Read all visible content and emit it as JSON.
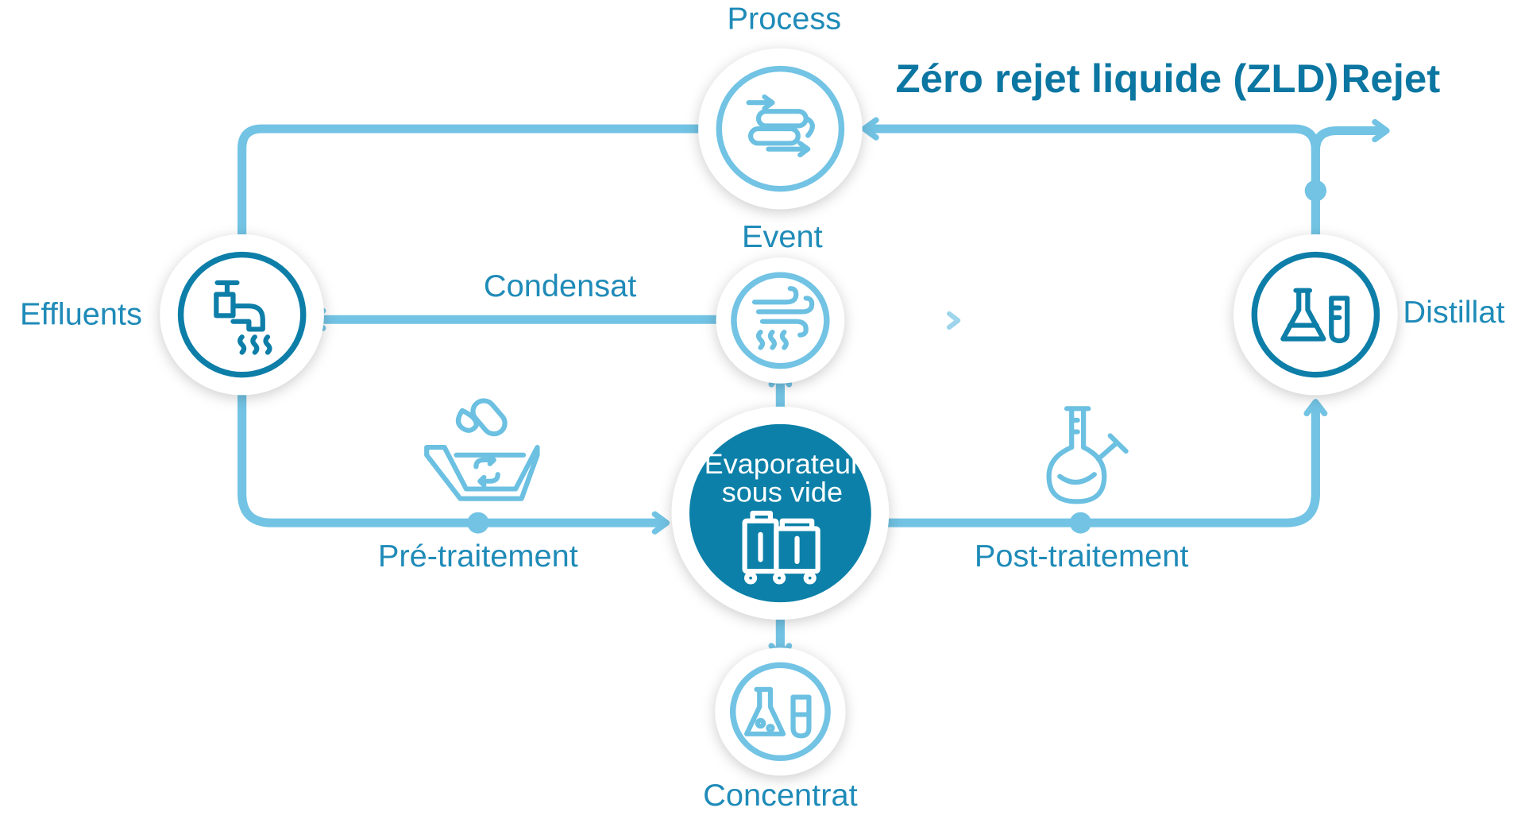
{
  "title": "Zéro rejet liquide (ZLD)",
  "reject_label": "Rejet",
  "nodes": {
    "process": "Process",
    "event": "Event",
    "effluents": "Effluents",
    "distillat": "Distillat",
    "concentrat": "Concentrat",
    "evaporator_line1": "Evaporateur",
    "evaporator_line2": "sous vide"
  },
  "flows": {
    "condensat": "Condensat",
    "pretreatment": "Pré-traitement",
    "posttreatment": "Post-traitement"
  },
  "icons": {
    "process": "process-coil-icon",
    "effluents": "faucet-icon",
    "event": "wind-vapor-icon",
    "distillat": "flask-test-tube-icon",
    "concentrat": "flask-test-tube-icon",
    "evaporator": "evaporator-unit-icon",
    "pretreatment": "basin-chemical-icon",
    "posttreatment": "round-bottom-flask-icon"
  },
  "colors": {
    "flow": "#72c3e4",
    "node_dark": "#0d7ea8",
    "evaporator_fill": "#0c80a8",
    "text": "#1f8bb8",
    "title": "#0b76a1"
  }
}
